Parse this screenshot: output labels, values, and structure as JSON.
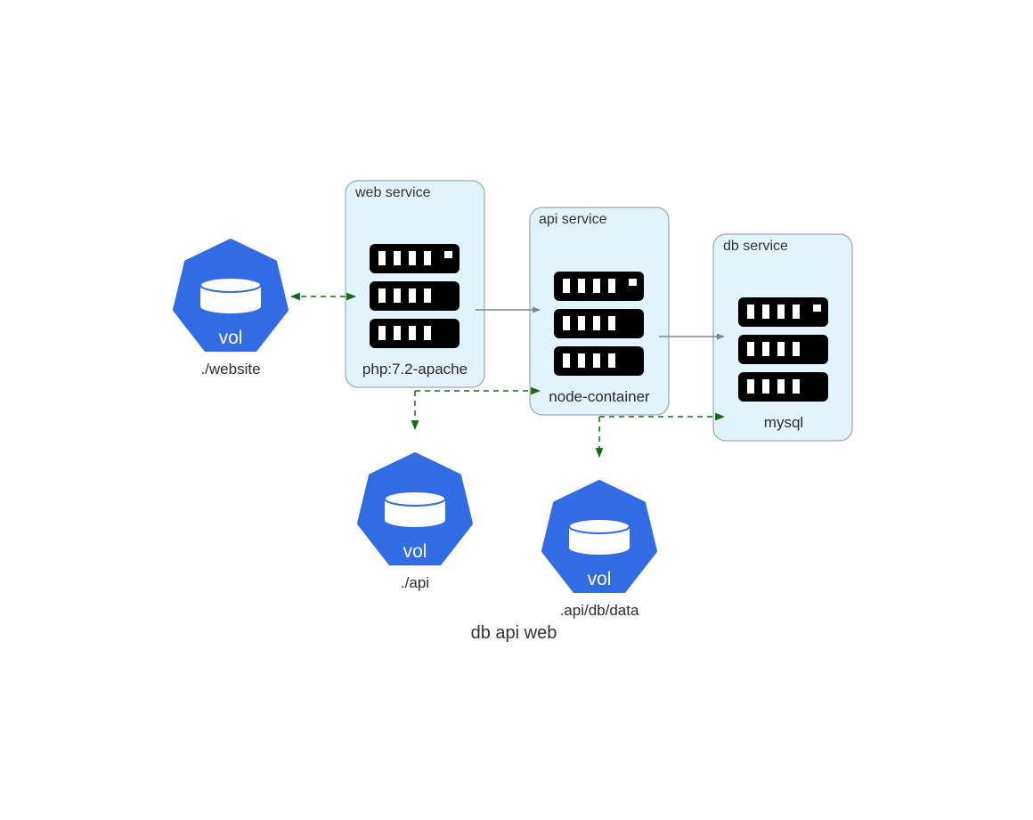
{
  "diagram": {
    "title": "db api web",
    "colors": {
      "cluster_fill": "#e3f3fc",
      "cluster_stroke": "#9aa7b5",
      "volume_blue": "#326ce5",
      "server_black": "#000000",
      "solid_edge": "#7c8591",
      "dashed_edge": "#146b14"
    },
    "clusters": [
      {
        "id": "web",
        "title": "web service"
      },
      {
        "id": "api",
        "title": "api service"
      },
      {
        "id": "db",
        "title": "db service"
      }
    ],
    "services": [
      {
        "id": "web",
        "icon": "server-rack-icon",
        "label": "php:7.2-apache"
      },
      {
        "id": "api",
        "icon": "server-rack-icon",
        "label": "node-container"
      },
      {
        "id": "db",
        "icon": "server-rack-icon",
        "label": "mysql"
      }
    ],
    "volumes": [
      {
        "id": "website",
        "icon": "kubernetes-volume-icon",
        "badge": "vol",
        "label": "./website"
      },
      {
        "id": "api",
        "icon": "kubernetes-volume-icon",
        "badge": "vol",
        "label": "./api"
      },
      {
        "id": "db-data",
        "icon": "kubernetes-volume-icon",
        "badge": "vol",
        "label": ".api/db/data"
      }
    ],
    "edges": [
      {
        "from": "web",
        "to": "api",
        "style": "solid"
      },
      {
        "from": "api",
        "to": "db",
        "style": "solid"
      },
      {
        "from": "web",
        "to": "website",
        "style": "dashed",
        "bidirectional": true
      },
      {
        "from": "web",
        "to": "api-volume",
        "style": "dashed"
      },
      {
        "from": "web",
        "to": "api",
        "style": "dashed"
      },
      {
        "from": "api",
        "to": "db-data",
        "style": "dashed"
      },
      {
        "from": "api",
        "to": "db",
        "style": "dashed"
      }
    ]
  }
}
